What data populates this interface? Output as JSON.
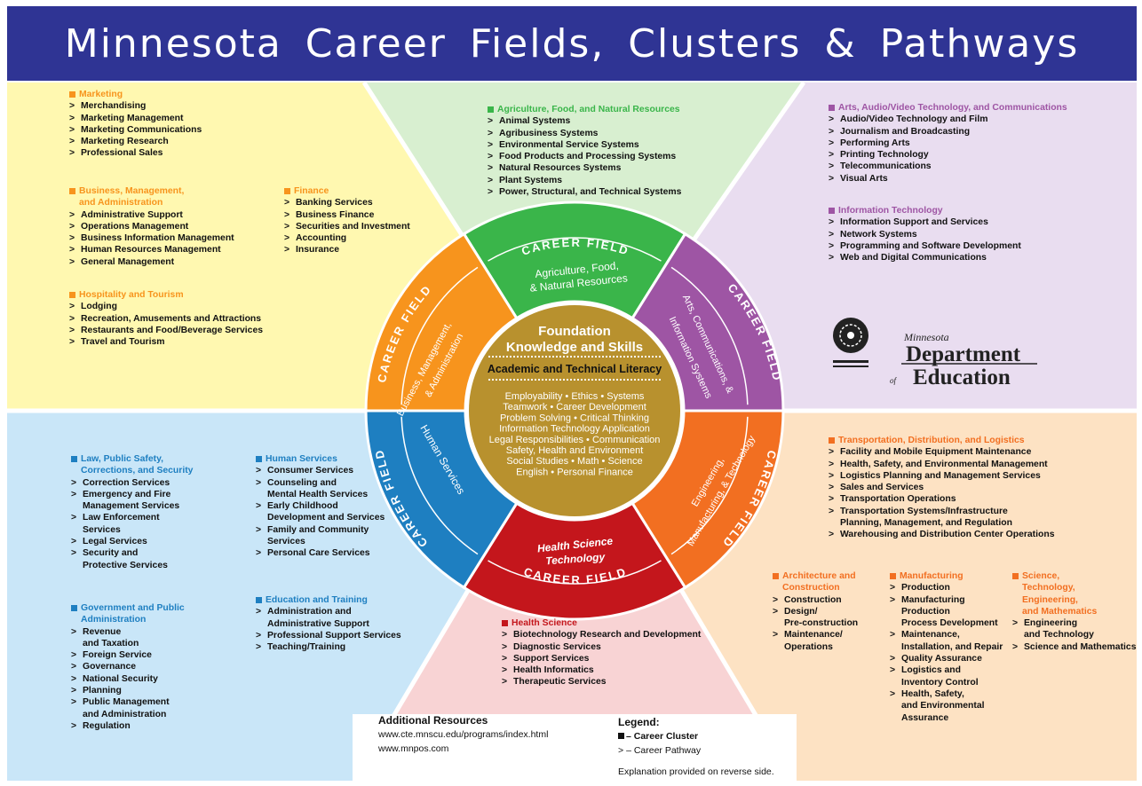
{
  "title": "Minnesota Career Fields, Clusters & Pathways",
  "colors": {
    "title_bg": "#2f3494",
    "marketing": "#f7941d",
    "agriculture": "#3ab54a",
    "arts": "#9e55a4",
    "law": "#1e7fc1",
    "health": "#c4161c",
    "transport": "#f26f21"
  },
  "career_fields": [
    {
      "label": "CAREER FIELD",
      "name": "Agriculture, Food, & Natural Resources"
    },
    {
      "label": "CAREER FIELD",
      "name": "Arts, Communications, & Information Systems"
    },
    {
      "label": "CAREER FIELD",
      "name": "Engineering, Manufacturing, & Technology"
    },
    {
      "label": "CAREER FIELD",
      "name": "Health Science Technology"
    },
    {
      "label": "CAREER FIELD",
      "name": "Human Services"
    },
    {
      "label": "CAREER FIELD",
      "name": "Business, Management, & Administration"
    }
  ],
  "foundation": {
    "title_1": "Foundation",
    "title_2": "Knowledge and Skills",
    "subtitle": "Academic and Technical Literacy",
    "lines": [
      "Employability • Ethics • Systems",
      "Teamwork • Career Development",
      "Problem Solving • Critical Thinking",
      "Information Technology Application",
      "Legal Responsibilities • Communication",
      "Safety, Health and Environment",
      "Social Studies • Math • Science",
      "English • Personal Finance"
    ]
  },
  "clusters": {
    "marketing": {
      "title": "Marketing",
      "pathways": [
        "Merchandising",
        "Marketing Management",
        "Marketing Communications",
        "Marketing Research",
        "Professional Sales"
      ]
    },
    "business": {
      "title": "Business, Management,\nand Administration",
      "pathways": [
        "Administrative Support",
        "Operations Management",
        "Business Information Management",
        "Human Resources Management",
        "General Management"
      ]
    },
    "finance": {
      "title": "Finance",
      "pathways": [
        "Banking Services",
        "Business Finance",
        "Securities and Investment",
        "Accounting",
        "Insurance"
      ]
    },
    "hospitality": {
      "title": "Hospitality and Tourism",
      "pathways": [
        "Lodging",
        "Recreation, Amusements and Attractions",
        "Restaurants and Food/Beverage Services",
        "Travel and Tourism"
      ]
    },
    "agriculture": {
      "title": "Agriculture, Food, and Natural Resources",
      "pathways": [
        "Animal Systems",
        "Agribusiness Systems",
        "Environmental Service Systems",
        "Food Products and Processing Systems",
        "Natural Resources Systems",
        "Plant Systems",
        "Power, Structural, and Technical Systems"
      ]
    },
    "arts": {
      "title": "Arts, Audio/Video Technology, and Communications",
      "pathways": [
        "Audio/Video Technology and Film",
        "Journalism and Broadcasting",
        "Performing Arts",
        "Printing Technology",
        "Telecommunications",
        "Visual Arts"
      ]
    },
    "it": {
      "title": "Information Technology",
      "pathways": [
        "Information Support and Services",
        "Network Systems",
        "Programming and Software Development",
        "Web and Digital Communications"
      ]
    },
    "law": {
      "title": "Law, Public Safety,\nCorrections, and Security",
      "pathways": [
        "Correction Services",
        "Emergency and Fire\nManagement Services",
        "Law Enforcement\nServices",
        "Legal Services",
        "Security and\nProtective Services"
      ]
    },
    "human": {
      "title": "Human Services",
      "pathways": [
        "Consumer Services",
        "Counseling and\nMental Health Services",
        "Early Childhood\nDevelopment and Services",
        "Family and Community\nServices",
        "Personal Care Services"
      ]
    },
    "government": {
      "title": "Government and Public\nAdministration",
      "pathways": [
        "Revenue\nand Taxation",
        "Foreign Service",
        "Governance",
        "National Security",
        "Planning",
        "Public Management\nand Administration",
        "Regulation"
      ]
    },
    "education": {
      "title": "Education and Training",
      "pathways": [
        "Administration and\nAdministrative Support",
        "Professional Support Services",
        "Teaching/Training"
      ]
    },
    "health": {
      "title": "Health Science",
      "pathways": [
        "Biotechnology Research and Development",
        "Diagnostic Services",
        "Support Services",
        "Health Informatics",
        "Therapeutic Services"
      ]
    },
    "transport": {
      "title": "Transportation, Distribution, and Logistics",
      "pathways": [
        "Facility and Mobile Equipment Maintenance",
        "Health, Safety, and Environmental Management",
        "Logistics Planning and Management Services",
        "Sales and Services",
        "Transportation Operations",
        "Transportation Systems/Infrastructure\nPlanning, Management, and Regulation",
        "Warehousing and Distribution Center Operations"
      ]
    },
    "architecture": {
      "title": "Architecture and\nConstruction",
      "pathways": [
        "Construction",
        "Design/\nPre-construction",
        "Maintenance/\nOperations"
      ]
    },
    "manufacturing": {
      "title": "Manufacturing",
      "pathways": [
        "Production",
        "Manufacturing\nProduction\nProcess Development",
        "Maintenance,\nInstallation, and Repair",
        "Quality Assurance",
        "Logistics and\nInventory Control",
        "Health, Safety,\nand Environmental\nAssurance"
      ]
    },
    "stem": {
      "title": "Science,\nTechnology,\nEngineering,\nand Mathematics",
      "pathways": [
        "Engineering\nand Technology",
        "Science and Mathematics"
      ]
    }
  },
  "pathway_marker": ">",
  "resources": {
    "title": "Additional Resources",
    "links": [
      "www.cte.mnscu.edu/programs/index.html",
      "www.mnpos.com"
    ]
  },
  "legend": {
    "title": "Legend:",
    "cluster": "– Career Cluster",
    "pathway": "– Career Pathway",
    "marker": ">",
    "note": "Explanation provided on reverse side."
  },
  "logo": {
    "minnesota": "Minnesota",
    "department": "Department",
    "of": "of",
    "education": "Education"
  }
}
